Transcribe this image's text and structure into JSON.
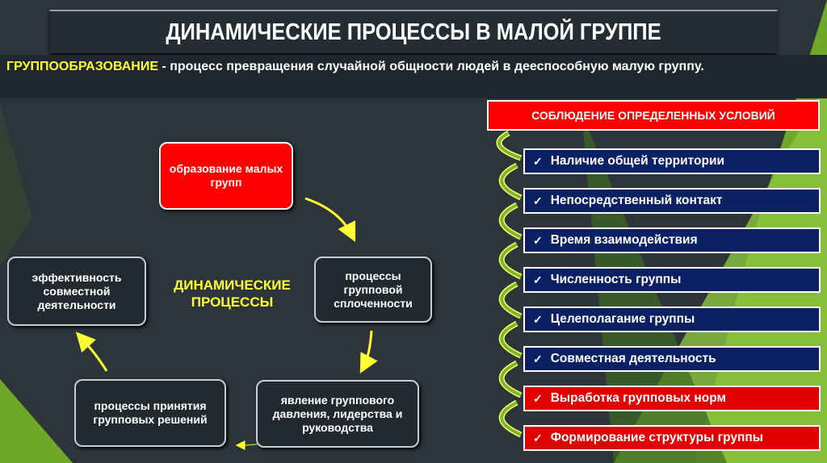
{
  "title": "ДИНАМИЧЕСКИЕ ПРОЦЕССЫ В МАЛОЙ ГРУППЕ",
  "definition": {
    "term": "ГРУППООБРАЗОВАНИЕ",
    "text": " - процесс превращения случайной общности людей в дееспособную малую группу."
  },
  "cycle": {
    "center": "ДИНАМИЧЕСКИЕ ПРОЦЕССЫ",
    "nodes": [
      "образование малых групп",
      "процессы групповой сплоченности",
      "явление группового давления, лидерства и руководства",
      "процессы принятия групповых решений",
      "эффективность совместной деятельности"
    ]
  },
  "conditions": {
    "header": "СОБЛЮДЕНИЕ ОПРЕДЕЛЕННЫХ УСЛОВИЙ",
    "check": "✓",
    "items": [
      "Наличие общей территории",
      "Непосредственный контакт",
      "Время взаимодействия",
      "Численность группы",
      "Целеполагание группы",
      "Совместная деятельность",
      "Выработка групповых норм",
      "Формирование структуры группы"
    ]
  },
  "colors": {
    "accent": "#ffff33",
    "red": "#ff0000",
    "navy": "#0c2064",
    "green": "#7cb82f"
  }
}
